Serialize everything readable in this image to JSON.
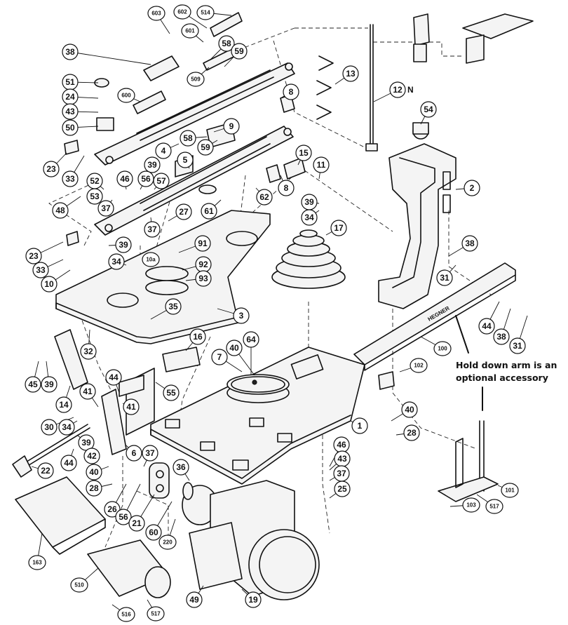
{
  "parts": [
    {
      "id": "p603",
      "label": "603"
    },
    {
      "id": "p602",
      "label": "602"
    },
    {
      "id": "p514",
      "label": "514"
    },
    {
      "id": "p601",
      "label": "601"
    },
    {
      "id": "p38a",
      "label": "38"
    },
    {
      "id": "p58a",
      "label": "58"
    },
    {
      "id": "p59a",
      "label": "59"
    },
    {
      "id": "p509",
      "label": "509"
    },
    {
      "id": "p600",
      "label": "600"
    },
    {
      "id": "p51",
      "label": "51"
    },
    {
      "id": "p24",
      "label": "24"
    },
    {
      "id": "p43a",
      "label": "43"
    },
    {
      "id": "p50",
      "label": "50"
    },
    {
      "id": "p13",
      "label": "13"
    },
    {
      "id": "p12",
      "label": "12"
    },
    {
      "id": "p8a",
      "label": "8"
    },
    {
      "id": "p54",
      "label": "54"
    },
    {
      "id": "p9",
      "label": "9"
    },
    {
      "id": "p58b",
      "label": "58"
    },
    {
      "id": "p59b",
      "label": "59"
    },
    {
      "id": "p4",
      "label": "4"
    },
    {
      "id": "p23a",
      "label": "23"
    },
    {
      "id": "p33a",
      "label": "33"
    },
    {
      "id": "p39a",
      "label": "39"
    },
    {
      "id": "p15",
      "label": "15"
    },
    {
      "id": "p11",
      "label": "11"
    },
    {
      "id": "p5",
      "label": "5"
    },
    {
      "id": "p52",
      "label": "52"
    },
    {
      "id": "p46a",
      "label": "46"
    },
    {
      "id": "p56a",
      "label": "56"
    },
    {
      "id": "p57",
      "label": "57"
    },
    {
      "id": "p8b",
      "label": "8"
    },
    {
      "id": "p2",
      "label": "2"
    },
    {
      "id": "p53",
      "label": "53"
    },
    {
      "id": "p48",
      "label": "48"
    },
    {
      "id": "p37a",
      "label": "37"
    },
    {
      "id": "p62",
      "label": "62"
    },
    {
      "id": "p39b",
      "label": "39"
    },
    {
      "id": "p61",
      "label": "61"
    },
    {
      "id": "p27",
      "label": "27"
    },
    {
      "id": "p34a",
      "label": "34"
    },
    {
      "id": "p17",
      "label": "17"
    },
    {
      "id": "p37b",
      "label": "37"
    },
    {
      "id": "p23b",
      "label": "23"
    },
    {
      "id": "p39c",
      "label": "39"
    },
    {
      "id": "p91",
      "label": "91"
    },
    {
      "id": "p38b",
      "label": "38"
    },
    {
      "id": "p33b",
      "label": "33"
    },
    {
      "id": "p34b",
      "label": "34"
    },
    {
      "id": "p10a",
      "label": "10a"
    },
    {
      "id": "p92",
      "label": "92"
    },
    {
      "id": "p31a",
      "label": "31"
    },
    {
      "id": "p10",
      "label": "10"
    },
    {
      "id": "p93",
      "label": "93"
    },
    {
      "id": "p35",
      "label": "35"
    },
    {
      "id": "p3",
      "label": "3"
    },
    {
      "id": "p44a",
      "label": "44"
    },
    {
      "id": "p38c",
      "label": "38"
    },
    {
      "id": "p31b",
      "label": "31"
    },
    {
      "id": "p16",
      "label": "16"
    },
    {
      "id": "p64",
      "label": "64"
    },
    {
      "id": "p40a",
      "label": "40"
    },
    {
      "id": "p7",
      "label": "7"
    },
    {
      "id": "p32",
      "label": "32"
    },
    {
      "id": "p100",
      "label": "100"
    },
    {
      "id": "p102",
      "label": "102"
    },
    {
      "id": "p45",
      "label": "45"
    },
    {
      "id": "p39d",
      "label": "39"
    },
    {
      "id": "p44b",
      "label": "44"
    },
    {
      "id": "p55",
      "label": "55"
    },
    {
      "id": "p41a",
      "label": "41"
    },
    {
      "id": "p41b",
      "label": "41"
    },
    {
      "id": "p14",
      "label": "14"
    },
    {
      "id": "p40b",
      "label": "40"
    },
    {
      "id": "p30",
      "label": "30"
    },
    {
      "id": "p34c",
      "label": "34"
    },
    {
      "id": "p1",
      "label": "1"
    },
    {
      "id": "p28a",
      "label": "28"
    },
    {
      "id": "p39e",
      "label": "39"
    },
    {
      "id": "p6",
      "label": "6"
    },
    {
      "id": "p37c",
      "label": "37"
    },
    {
      "id": "p46b",
      "label": "46"
    },
    {
      "id": "p42",
      "label": "42"
    },
    {
      "id": "p44c",
      "label": "44"
    },
    {
      "id": "p43b",
      "label": "43"
    },
    {
      "id": "p22",
      "label": "22"
    },
    {
      "id": "p40c",
      "label": "40"
    },
    {
      "id": "p36",
      "label": "36"
    },
    {
      "id": "p37d",
      "label": "37"
    },
    {
      "id": "p28b",
      "label": "28"
    },
    {
      "id": "p101",
      "label": "101"
    },
    {
      "id": "p25",
      "label": "25"
    },
    {
      "id": "p26",
      "label": "26"
    },
    {
      "id": "p56b",
      "label": "56"
    },
    {
      "id": "p21",
      "label": "21"
    },
    {
      "id": "p60",
      "label": "60"
    },
    {
      "id": "p103",
      "label": "103"
    },
    {
      "id": "p517a",
      "label": "517"
    },
    {
      "id": "p220",
      "label": "220"
    },
    {
      "id": "p163",
      "label": "163"
    },
    {
      "id": "p510",
      "label": "510"
    },
    {
      "id": "p516",
      "label": "516"
    },
    {
      "id": "p517b",
      "label": "517"
    },
    {
      "id": "p49",
      "label": "49"
    },
    {
      "id": "p19",
      "label": "19"
    }
  ],
  "part12_suffix": "N",
  "arm_brand": "HEGNER",
  "annotation": {
    "line1": "Hold down arm is an",
    "line2": "optional accessory"
  }
}
